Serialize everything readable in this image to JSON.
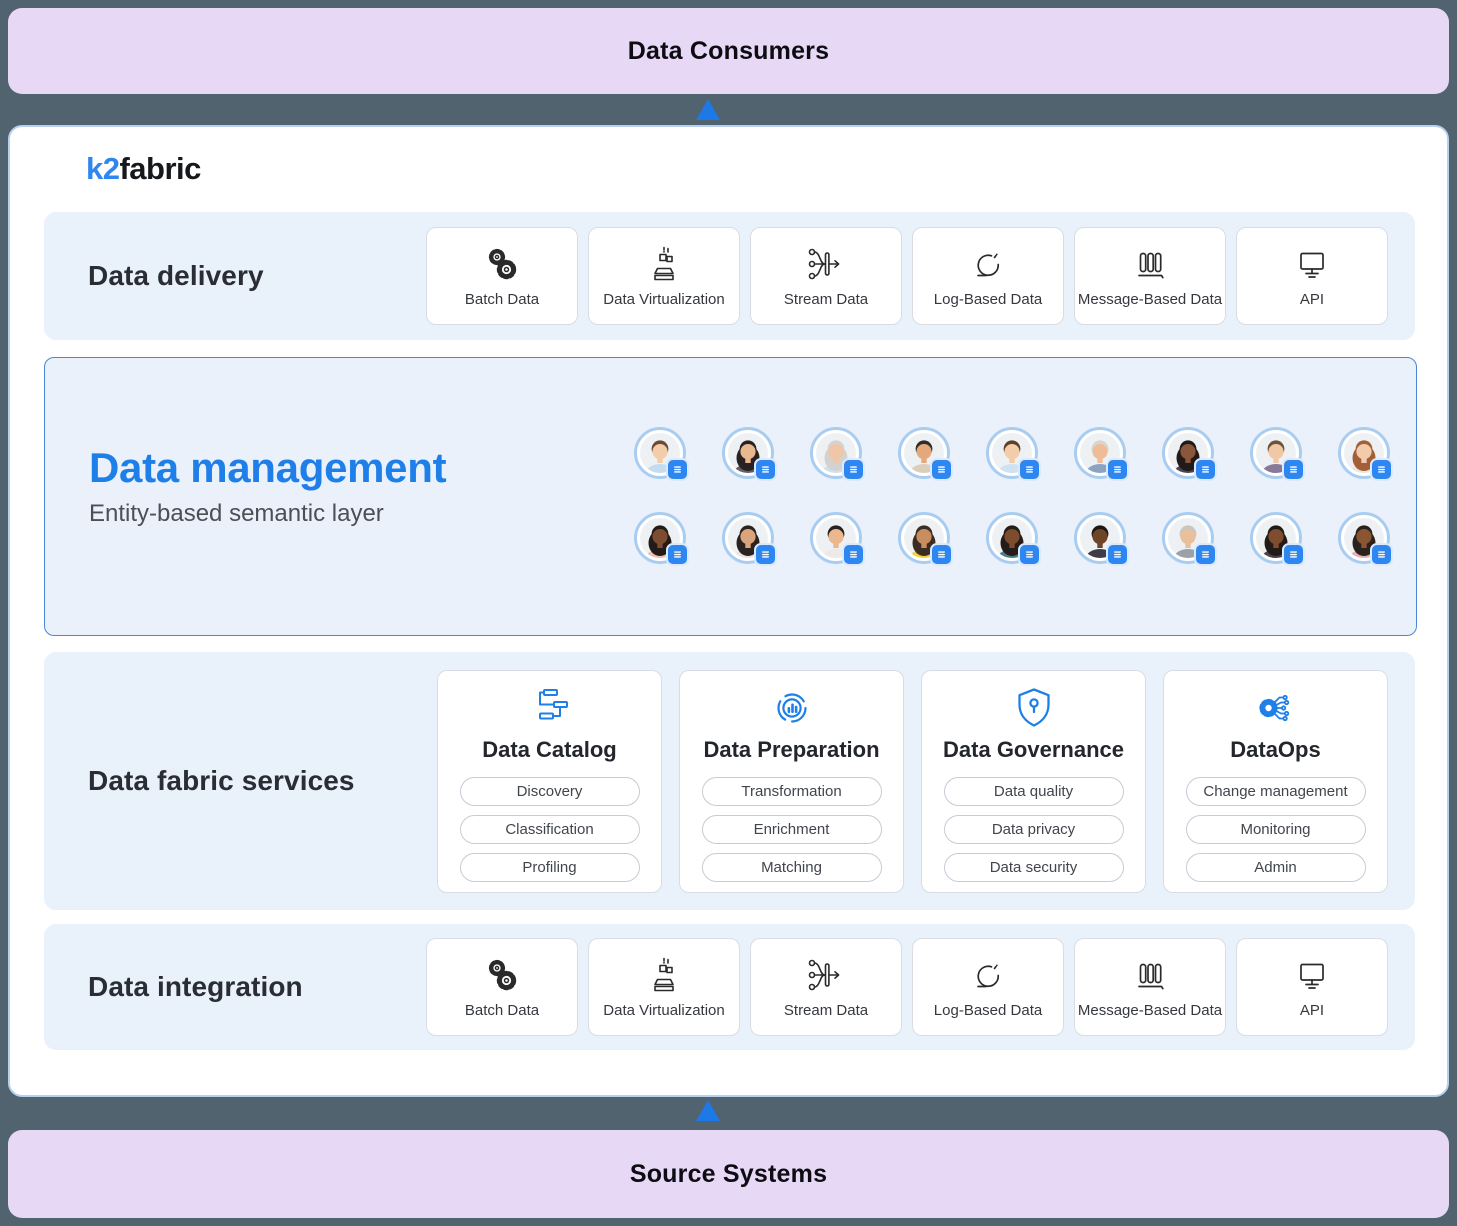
{
  "colors": {
    "background": "#51636e",
    "banner_bg": "#e7d8f5",
    "accent_blue": "#1f7fe8",
    "arrow_blue": "#1d79e8",
    "row_bg": "#e9f1fb",
    "management_border": "#4a86d8",
    "avatar_ring": "#a9cdf1",
    "badge_blue": "#2e86f0",
    "logo_blue": "#2e86f0"
  },
  "banners": {
    "top": {
      "label": "Data Consumers"
    },
    "bottom": {
      "label": "Source Systems"
    }
  },
  "logo": {
    "blue_text": "k2",
    "dark_text": "fabric"
  },
  "rows": {
    "delivery": {
      "label": "Data delivery",
      "cards": [
        {
          "label": "Batch Data",
          "icon": "gears-icon"
        },
        {
          "label": "Data Virtualization",
          "icon": "virtualization-icon"
        },
        {
          "label": "Stream Data",
          "icon": "stream-icon"
        },
        {
          "label": "Log-Based Data",
          "icon": "log-refresh-icon"
        },
        {
          "label": "Message-Based Data",
          "icon": "queue-icon"
        },
        {
          "label": "API",
          "icon": "monitor-icon"
        }
      ]
    },
    "management": {
      "title": "Data management",
      "subtitle": "Entity-based semantic layer",
      "avatars": [
        {
          "label": "young man, light blue shirt",
          "skin": "#f3cdaa",
          "hair": "#6d4a32",
          "shirt": "#c3dcef",
          "long": false
        },
        {
          "label": "woman, dark suit",
          "skin": "#eab88e",
          "hair": "#2a2222",
          "shirt": "#62606a",
          "long": true
        },
        {
          "label": "elderly woman, glasses",
          "skin": "#f0c6a6",
          "hair": "#d3d2cf",
          "shirt": "#cfe2ec",
          "long": true
        },
        {
          "label": "man, beige shirt",
          "skin": "#e3a97c",
          "hair": "#332b28",
          "shirt": "#d9cfba",
          "long": false
        },
        {
          "label": "young man, light blue shirt",
          "skin": "#f3cdaa",
          "hair": "#5d4026",
          "shirt": "#cfe2f2",
          "long": false
        },
        {
          "label": "elderly man, blue jacket",
          "skin": "#eebd97",
          "hair": "#d8d4cf",
          "shirt": "#8ba3c2",
          "long": false
        },
        {
          "label": "woman, dark top",
          "skin": "#8a573a",
          "hair": "#201a18",
          "shirt": "#4a4550",
          "long": true
        },
        {
          "label": "man, purple shirt",
          "skin": "#f0c8a6",
          "hair": "#6f5138",
          "shirt": "#8a7898",
          "long": false
        },
        {
          "label": "woman, auburn hair",
          "skin": "#f2cbab",
          "hair": "#a35f36",
          "shirt": "#e9e6e1",
          "long": true
        },
        {
          "label": "woman, pink top",
          "skin": "#7e4c2e",
          "hair": "#231b18",
          "shirt": "#f0bdb4",
          "long": true
        },
        {
          "label": "woman, white top",
          "skin": "#daa57c",
          "hair": "#2b2320",
          "shirt": "#e8e5e0",
          "long": true
        },
        {
          "label": "man, white shirt",
          "skin": "#eab88c",
          "hair": "#282120",
          "shirt": "#eceae6",
          "long": false
        },
        {
          "label": "woman, yellow top",
          "skin": "#c98e60",
          "hair": "#3c2d22",
          "shirt": "#f2d13e",
          "long": true
        },
        {
          "label": "woman, teal top",
          "skin": "#7c4c2d",
          "hair": "#241c19",
          "shirt": "#44808c",
          "long": true
        },
        {
          "label": "man, dark shirt",
          "skin": "#6f4527",
          "hair": "#1c1614",
          "shirt": "#3e3c46",
          "long": false
        },
        {
          "label": "man, gray hair",
          "skin": "#e9bf9c",
          "hair": "#c9c5c0",
          "shirt": "#9aa1a9",
          "long": false
        },
        {
          "label": "woman, dark top",
          "skin": "#7e4c2e",
          "hair": "#221a17",
          "shirt": "#47424c",
          "long": true
        },
        {
          "label": "woman, pink top",
          "skin": "#8a5533",
          "hair": "#2a211d",
          "shirt": "#e9aab9",
          "long": true
        }
      ]
    },
    "services": {
      "label": "Data fabric services",
      "cards": [
        {
          "title": "Data Catalog",
          "icon": "catalog-icon",
          "pills": [
            "Discovery",
            "Classification",
            "Profiling"
          ]
        },
        {
          "title": "Data Preparation",
          "icon": "preparation-icon",
          "pills": [
            "Transformation",
            "Enrichment",
            "Matching"
          ]
        },
        {
          "title": "Data Governance",
          "icon": "governance-shield-icon",
          "pills": [
            "Data quality",
            "Data privacy",
            "Data security"
          ]
        },
        {
          "title": "DataOps",
          "icon": "dataops-gear-circuit-icon",
          "pills": [
            "Change management",
            "Monitoring",
            "Admin"
          ]
        }
      ]
    },
    "integration": {
      "label": "Data integration",
      "cards": [
        {
          "label": "Batch Data",
          "icon": "gears-icon"
        },
        {
          "label": "Data Virtualization",
          "icon": "virtualization-icon"
        },
        {
          "label": "Stream Data",
          "icon": "stream-icon"
        },
        {
          "label": "Log-Based Data",
          "icon": "log-refresh-icon"
        },
        {
          "label": "Message-Based Data",
          "icon": "queue-icon"
        },
        {
          "label": "API",
          "icon": "monitor-icon"
        }
      ]
    }
  }
}
